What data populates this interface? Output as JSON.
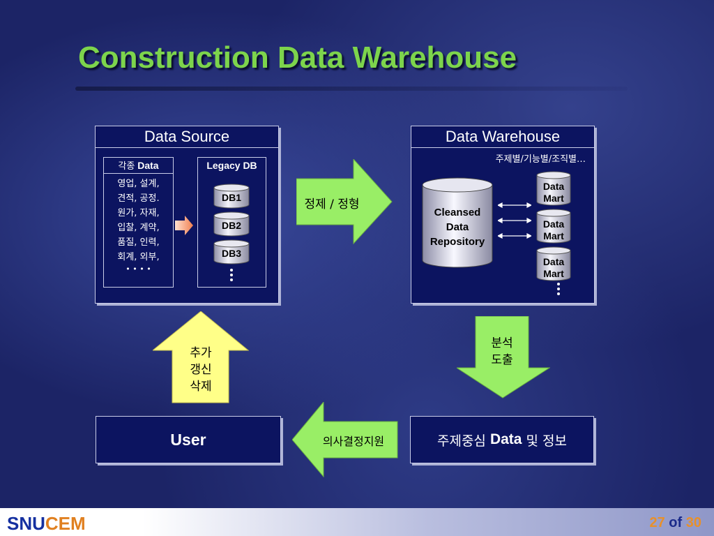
{
  "title": "Construction Data Warehouse",
  "source": {
    "header": "Data Source",
    "kinds_title_ko": "각종",
    "kinds_title_en": "Data",
    "kinds": [
      "영업, 설계,",
      "견적, 공정.",
      "원가, 자재,",
      "입찰, 계약,",
      "품질, 인력,",
      "회계, 외부,",
      "• • • •"
    ],
    "legacy_title": "Legacy DB",
    "dbs": [
      "DB1",
      "DB2",
      "DB3"
    ]
  },
  "arrow_transform": "정제 / 정형",
  "warehouse": {
    "header": "Data Warehouse",
    "subtitle": "주제별/기능별/조직별…",
    "repository": [
      "Cleansed",
      "Data",
      "Repository"
    ],
    "marts": [
      {
        "l1": "Data",
        "l2": "Mart"
      },
      {
        "l1": "Data",
        "l2": "Mart"
      },
      {
        "l1": "Data",
        "l2": "Mart"
      }
    ]
  },
  "arrow_analysis": [
    "분석",
    "도출"
  ],
  "info_box": {
    "pre": "주제중심 ",
    "bold": "Data",
    "post": " 및 정보"
  },
  "arrow_decision": "의사결정지원",
  "user_box": "User",
  "arrow_update": [
    "추가",
    "갱신",
    "삭제"
  ],
  "footer": {
    "logo_a": "SNU",
    "logo_b": "CEM",
    "page": "27",
    "of": "of",
    "total": "30"
  },
  "colors": {
    "title": "#7dd44c",
    "arrow_green": "#99ee66",
    "arrow_yellow": "#ffff88",
    "box_navy": "#0c1460"
  }
}
